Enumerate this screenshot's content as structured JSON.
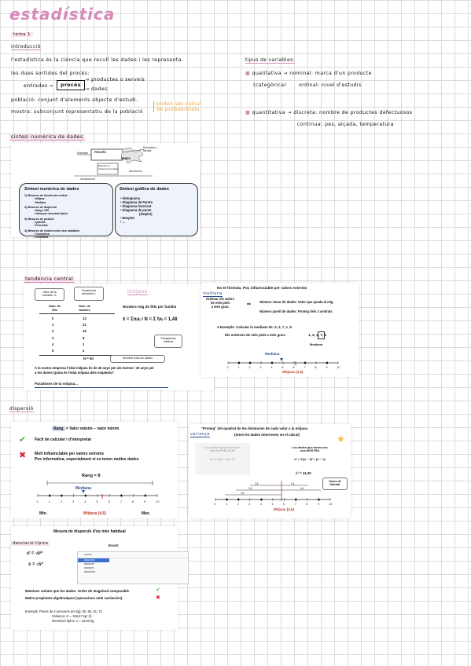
{
  "header": {
    "title": "estadística",
    "tema": "tema 1",
    "intro_label": "introducció"
  },
  "intro": {
    "line1": "l'estadística és la ciència que recull les dades i les representa.",
    "line2": "les dues sortides del procés:",
    "entrades": "entrades",
    "proces": "procés",
    "out1": "productes o serveis",
    "out2": "dades",
    "poblacio": "població: conjunt d'elements objecte d'estudi.",
    "mostra": "mostra: subconjunt representatiu de la població",
    "mostra_note1": "poden ser calcul",
    "mostra_note2": "de probabilitats"
  },
  "tipus": {
    "title": "tipus de variables:",
    "qual": "qualitativa → nominal: marca d'un producte",
    "qual_sub": "(categòrica)",
    "ordinal": "ordinal: nivel d'estudis",
    "quant": "quantitativa → discreta: nombre de productes defectuosos",
    "cont": "continua: pes, alçada, temperatura"
  },
  "sintesi": {
    "label": "síntesi numèrica de dades",
    "diag_entrades": "Entrades",
    "diag_proces": "PROCÉS",
    "diag_prod": "Productes o serveis",
    "diag_metodes": "Mètodes de tractament de dades",
    "diag_dades": "DADES",
    "diag_info": "INFORMACIÓ",
    "diag_dec": "DECISIONS",
    "num_title": "Síntesi numèrica de dades",
    "num_items": [
      "1)   Mesures de tendència central",
      "•  Mitjana",
      "•  Mediana",
      "2)   Mesures de dispersió",
      "•  Rang i CIR",
      "•  Variança i desviació típica",
      "3)   Mesures de posició",
      "•  Quartils",
      "•  Percentils",
      "4)   Mesures de relació entre dos variables",
      "•  Covariança",
      "•  Correlació"
    ],
    "graf_title": "Síntesi gràfica de dades",
    "graf_items": [
      "•  Histograma",
      "•  Diagrama de Pareto",
      "•  Diagrama bivariant",
      "•  Diagrama de punts",
      "(dotplot)",
      "•  Boxplot",
      "•  ..."
    ]
  },
  "tendencia": {
    "label": "tendència central",
    "mitjana_label": "mitjana",
    "valor": "Valor de la",
    "valor2": "variable: Xᵢ",
    "freq": "Freqüència",
    "freq2": "absoluta nᵢ",
    "col1": "Nom. de",
    "col1b": "fills",
    "col2": "Nom. de",
    "col2b": "famílies",
    "rows": [
      [
        "0",
        "13"
      ],
      [
        "1",
        "21"
      ],
      [
        "2",
        "15"
      ],
      [
        "3",
        "8"
      ],
      [
        "4",
        "1"
      ],
      [
        "5",
        "2"
      ]
    ],
    "n_total": "N = 60",
    "nombre_mig": "Nombre mig de fills per família",
    "formula": "x̄ = Σnᵢxᵢ / N = Σ fᵢxᵢ = 1,48",
    "freq_rel": "Freqüència",
    "freq_rel2": "relativa",
    "nombre_total": "Nombre total de dades",
    "nota1": "A la nostra empresa l'edat mitjana és de 40 anys per als homes i 30 anys per",
    "nota2": "a les dones Quina és l'edat mitjana dels empleats?",
    "paradoxes": "Paradoxes de la mitjana..."
  },
  "mediana": {
    "top": "No té fórmula. Poc influenciable per valors extrems",
    "label": "mediana",
    "ordenar": "Ordenar els valors",
    "ordenar2": "de més petit",
    "ordenar3": "a més gran:",
    "senar": "Número senar de dades: Valor que queda al mig",
    "parell": "Número parell de dades: Promig dels 2 centrals",
    "exemple": "Exemple: Calcular la mediana de: 4, 2, 7, 1, 9",
    "ordenem": "Els ordenem de més petit a més gran:",
    "ordered": "1, 2, 4, 7, 9",
    "med_word": "Mediana",
    "axis_title": "Mediana",
    "mitjana_val": "Mitjana (4,6)",
    "ticks": [
      "0",
      "1",
      "2",
      "3",
      "4",
      "5",
      "6",
      "7",
      "8",
      "9",
      "10"
    ]
  },
  "dispersio": {
    "label": "dispersió",
    "rang": "Rang = Valor màxim – valor mínim",
    "rang_key": "Rang",
    "facil": "Fàcil de calcular i d'interpretar",
    "molt": "Molt influenciable per valors extrems",
    "poc": "Poc informativa, especialment si es tenen moltes dades",
    "rang8": "Rang = 8",
    "mediana": "Mediana",
    "min": "Min.",
    "mitjana": "Mitjana (4,6)",
    "max": "Max.",
    "ticks": [
      "0",
      "1",
      "2",
      "3",
      "4",
      "5",
      "6",
      "7",
      "8",
      "9",
      "10"
    ],
    "promig": "\"Promig\" del quadrat de les distàncies de cada valor a la mitjana",
    "variança_label": "variança",
    "totes": "(totes les dades intervenen en el càlcul)",
    "poblacio": "Les dades que tenim són",
    "poblacio2": "tota la POBLACIÓ",
    "sigma2": "σ² = Σ(xᵢ − μ)² / N",
    "mostra": "Les dades que tenim són",
    "mostra2": "una MOSTRA",
    "s2": "s² = Σ(xᵢ − x̄)² / (n − 1)",
    "s2val": "s² = 11,30",
    "graus": "Graus de",
    "graus2": "llibertat",
    "mitjana_b": "Mitjana (4,6)",
    "d1": "2,6",
    "d2": "3,6",
    "d3": "4,6",
    "d4": "2,4",
    "d5": "4,4"
  },
  "desviacio": {
    "label": "desviació típica",
    "mesura": "Mesura de dispersió d'ús més habitual",
    "excel": "Excel:",
    "sigma": "σ = √σ²",
    "s": "s = √s²",
    "mateixes": "Mateixes unitats que les dades. Ordre de magnitud comparable",
    "males": "Males propietats algebraiques (operacions amb variàncies)",
    "exemple": "Exemple:  Pesos de 4 persones (en kg): 65, 84, 61, 72",
    "var": "Variança: s² = 156,67 kg² (!)",
    "desv": "Desviació típica: s = 12,52 kg",
    "excel_rows": [
      "varianza",
      "DESVEST.M",
      "DESVEST.P",
      "DESVESTA",
      "DESVESTPA"
    ]
  }
}
